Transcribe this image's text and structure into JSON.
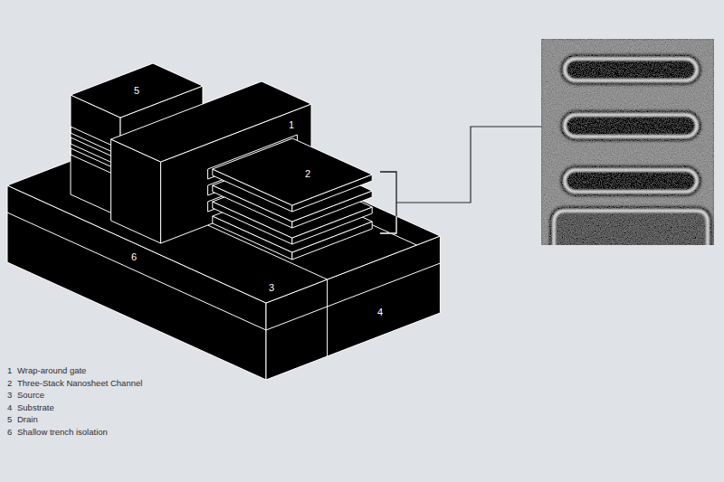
{
  "diagram": {
    "labels": [
      "5",
      "1",
      "2",
      "6",
      "3",
      "4",
      "1",
      "Wrap-around gate",
      "2",
      "Three-Stack Nanosheet Channel",
      "3",
      "Source",
      "4",
      "Substrate",
      "5",
      "Drain",
      "6",
      "Shallow trench isolation"
    ]
  }
}
